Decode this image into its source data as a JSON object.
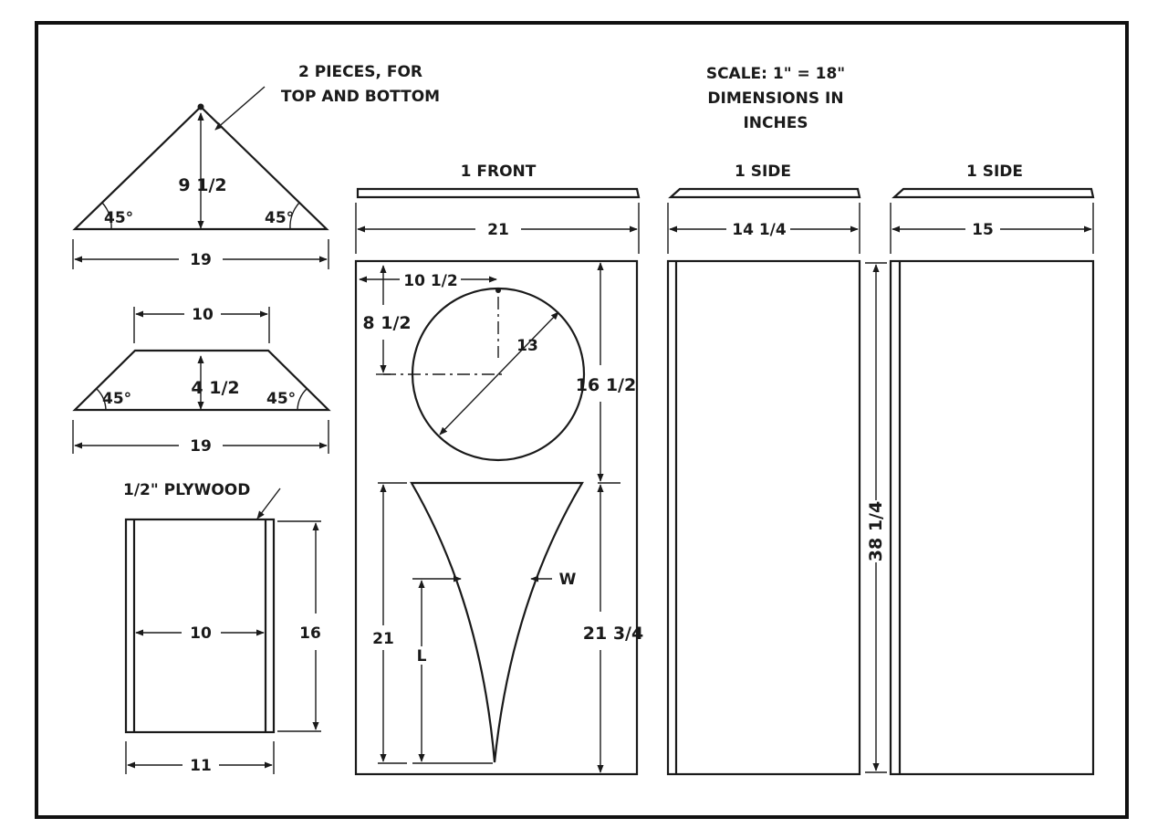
{
  "notes": {
    "top_bottom_line1": "2 PIECES, FOR",
    "top_bottom_line2": "TOP AND BOTTOM",
    "scale_line1": "SCALE: 1\" = 18\"",
    "scale_line2": "DIMENSIONS IN",
    "scale_line3": "INCHES",
    "plywood": "1/2\" PLYWOOD"
  },
  "triangle_piece": {
    "height": "9 1/2",
    "angle_left": "45°",
    "angle_right": "45°",
    "base": "19"
  },
  "trapezoid_piece": {
    "top": "10",
    "height": "4 1/2",
    "angle_left": "45°",
    "angle_right": "45°",
    "base": "19"
  },
  "small_box": {
    "inner_width": "10",
    "height": "16",
    "width": "11"
  },
  "front_panel": {
    "title": "1 FRONT",
    "width": "21",
    "circle_offset_x": "10 1/2",
    "circle_offset_y": "8 1/2",
    "circle_diameter": "13",
    "upper_height": "16 1/2",
    "horn_height": "21",
    "horn_length_label": "L",
    "horn_width_label": "W",
    "lower_height": "21 3/4"
  },
  "side_panel_1": {
    "title": "1 SIDE",
    "width": "14 1/4"
  },
  "side_panel_2": {
    "title": "1 SIDE",
    "width": "15",
    "height": "38 1/4"
  }
}
